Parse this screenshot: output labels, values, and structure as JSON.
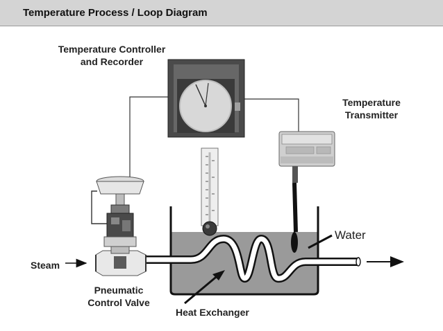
{
  "header": {
    "title": "Temperature Process / Loop Diagram"
  },
  "labels": {
    "controller": [
      "Temperature Controller",
      "and Recorder"
    ],
    "transmitter": [
      "Temperature",
      "Transmitter"
    ],
    "water": "Water",
    "steam": "Steam",
    "valve": [
      "Pneumatic",
      "Control Valve"
    ],
    "heat_exchanger": "Heat Exchanger"
  }
}
